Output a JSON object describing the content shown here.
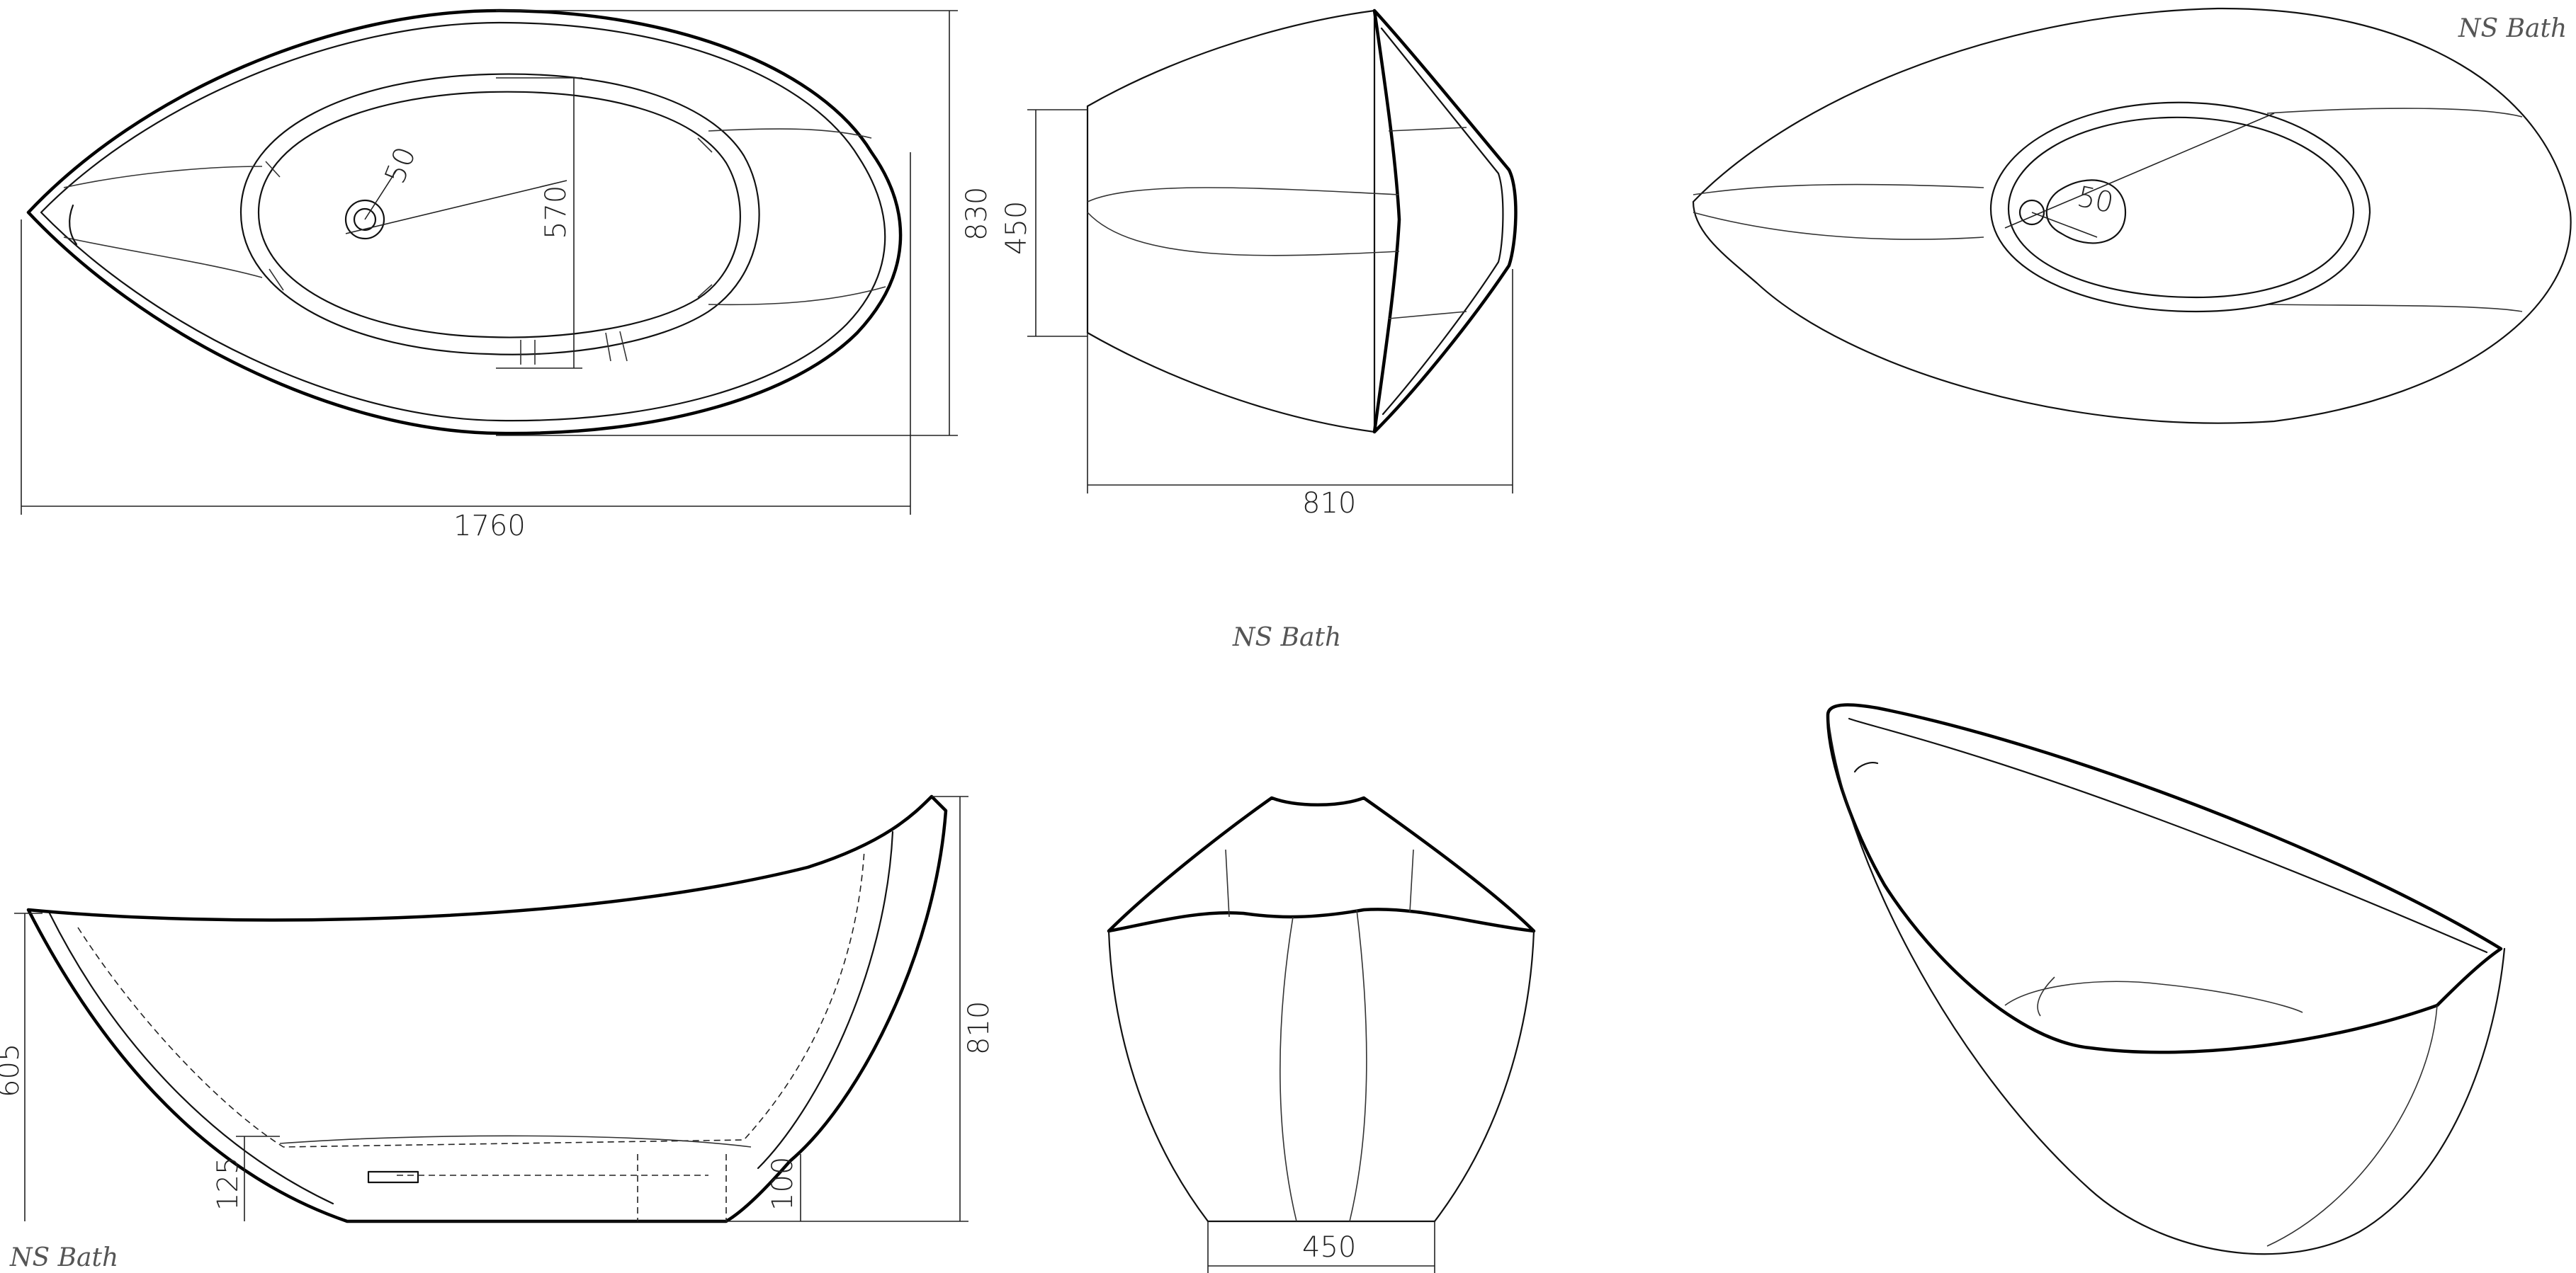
{
  "brand": {
    "watermark_top_right": "NS Bath",
    "watermark_center": "NS Bath",
    "watermark_bottom_left": "NS Bath"
  },
  "dimensions": {
    "top_view_length": "1760",
    "top_view_width": "830",
    "top_view_inner_width": "570",
    "top_view_drain": "50",
    "end_view_height": "810",
    "end_view_inner": "450",
    "bottom_view_drain": "50",
    "side_view_rim_height": "605",
    "side_view_total_height": "810",
    "side_view_base_left": "125",
    "side_view_base_right": "100",
    "front_view_base_width": "450"
  },
  "colors": {
    "line": "#111111",
    "dimension": "#222222",
    "watermark": "#555555",
    "background": "#ffffff"
  }
}
